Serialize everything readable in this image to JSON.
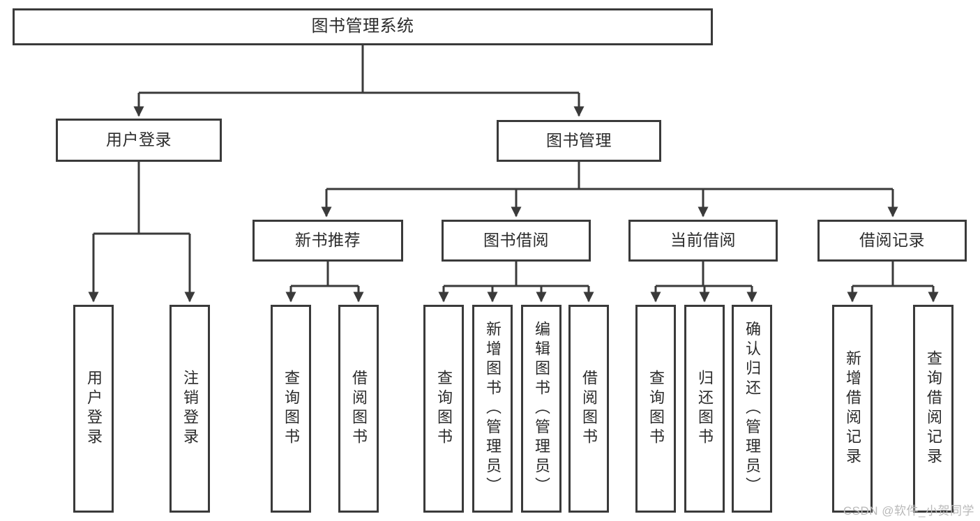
{
  "diagram": {
    "title": "图书管理系统",
    "type": "tree",
    "watermark": "CSDN @软件_小贺同学",
    "stroke_color": "#3a3a3a",
    "text_color": "#2b2b2b",
    "background": "#ffffff",
    "levels": {
      "root": {
        "label": "图书管理系统"
      },
      "level2": [
        {
          "label": "用户登录"
        },
        {
          "label": "图书管理"
        }
      ],
      "level3": [
        {
          "label": "新书推荐"
        },
        {
          "label": "图书借阅"
        },
        {
          "label": "当前借阅"
        },
        {
          "label": "借阅记录"
        }
      ],
      "leaves": {
        "user_login": [
          {
            "label": "用户登录"
          },
          {
            "label": "注销登录"
          }
        ],
        "new_book": [
          {
            "label": "查询图书"
          },
          {
            "label": "借阅图书"
          }
        ],
        "book_borrow": [
          {
            "label": "查询图书"
          },
          {
            "label": "新增图书（管理员）"
          },
          {
            "label": "编辑图书（管理员）"
          },
          {
            "label": "借阅图书"
          }
        ],
        "current_borrow": [
          {
            "label": "查询图书"
          },
          {
            "label": "归还图书"
          },
          {
            "label": "确认归还（管理员）"
          }
        ],
        "borrow_record": [
          {
            "label": "新增借阅记录"
          },
          {
            "label": "查询借阅记录"
          }
        ]
      }
    }
  }
}
